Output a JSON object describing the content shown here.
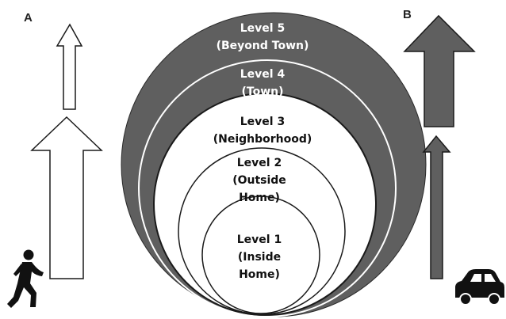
{
  "panels": {
    "a": "A",
    "b": "B"
  },
  "levels": [
    {
      "line1": "Level 5",
      "line2": "(Beyond Town)",
      "line3": ""
    },
    {
      "line1": "Level 4",
      "line2": "(Town)",
      "line3": ""
    },
    {
      "line1": "Level 3",
      "line2": "(Neighborhood)",
      "line3": ""
    },
    {
      "line1": "Level 2",
      "line2": "(Outside",
      "line3": "Home)"
    },
    {
      "line1": "Level 1",
      "line2": "(Inside",
      "line3": "Home)"
    }
  ],
  "colors": {
    "dark": "#5f5f5f",
    "light": "#ffffff",
    "outline": "#1a1a1a",
    "separator": "#ffffff"
  },
  "icons": {
    "walker": "walking-person-icon",
    "vehicle": "car-icon"
  }
}
